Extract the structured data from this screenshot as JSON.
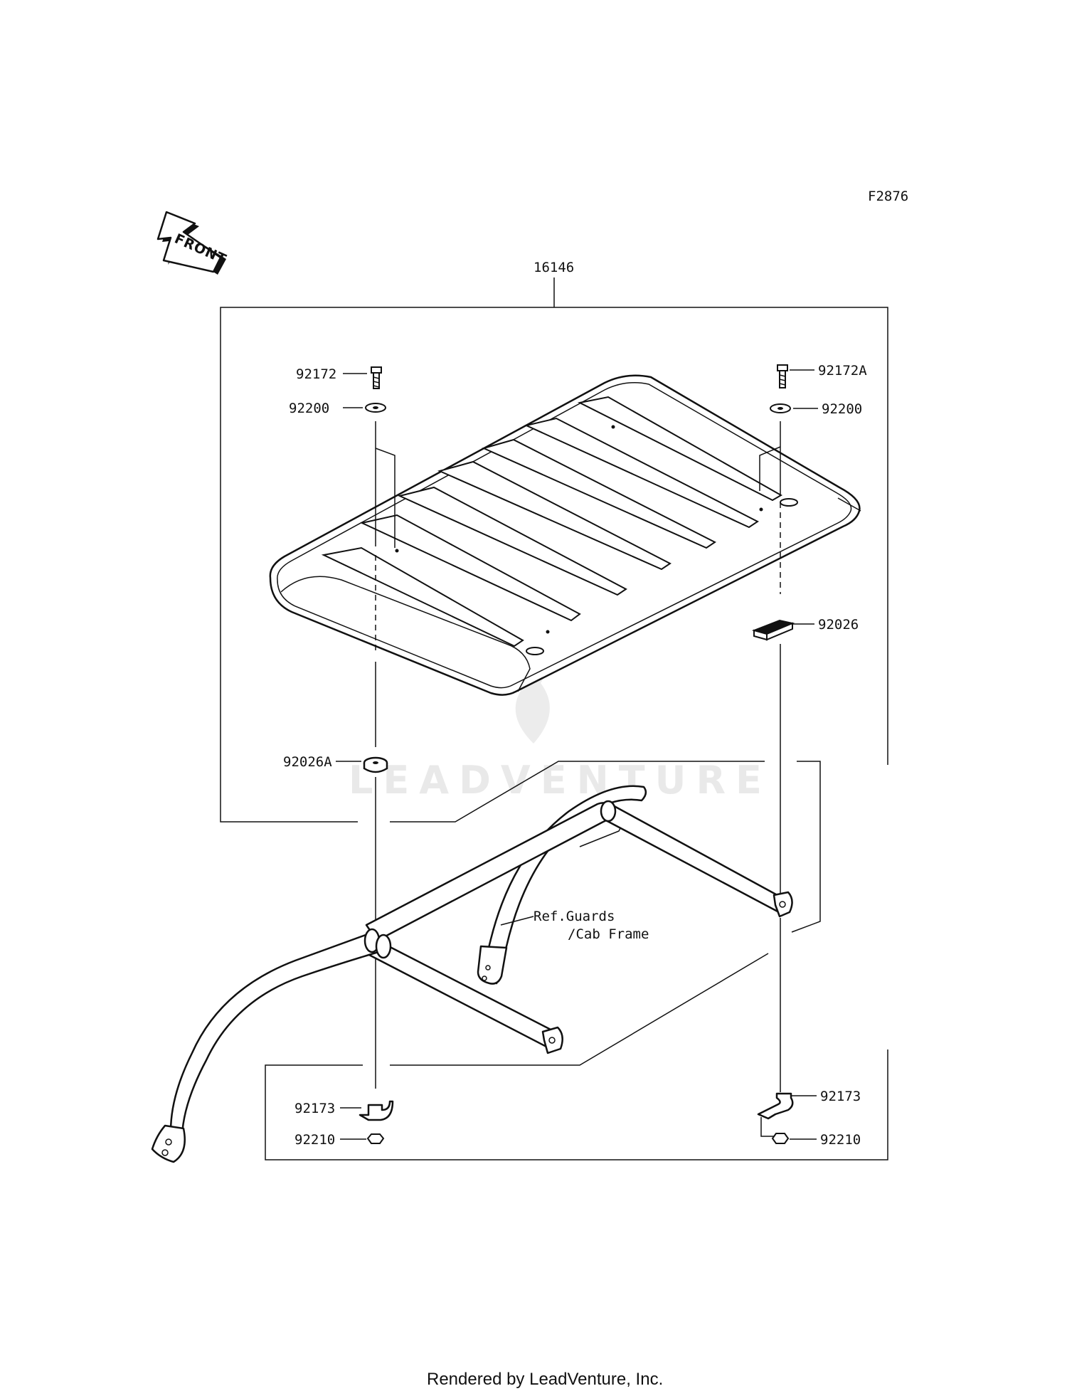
{
  "diagram": {
    "figure_code": "F2876",
    "front_label": "FRONT",
    "watermark": "LEADVENTURE",
    "footer": "Rendered by LeadVenture, Inc.",
    "assembly_label": "16146",
    "ref_note_line1": "Ref.Guards",
    "ref_note_line2": "/Cab Frame",
    "parts": {
      "bolt_left": "92172",
      "bolt_right": "92172A",
      "washer_left": "92200",
      "washer_right": "92200",
      "pad_right": "92026",
      "pad_left": "92026A",
      "bracket_left": "92173",
      "bracket_right": "92173",
      "nut_left": "92210",
      "nut_right": "92210"
    }
  }
}
